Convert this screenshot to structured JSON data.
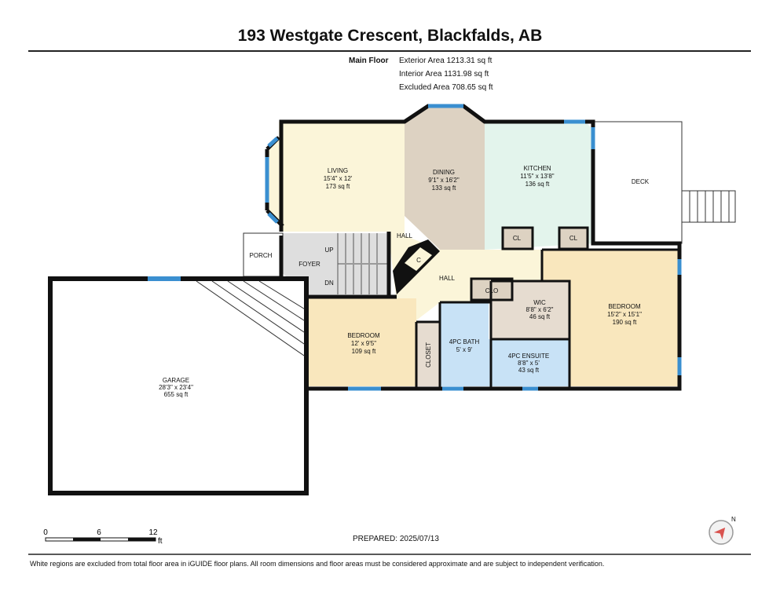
{
  "title": "193 Westgate Crescent, Blackfalds, AB",
  "floor": {
    "name": "Main Floor",
    "exterior_area": "Exterior Area 1213.31 sq ft",
    "interior_area": "Interior Area 1131.98 sq ft",
    "excluded_area": "Excluded Area 708.65 sq ft"
  },
  "rooms": {
    "living": {
      "name": "LIVING",
      "dims": "15'4\" x 12'",
      "area": "173 sq ft"
    },
    "dining": {
      "name": "DINING",
      "dims": "9'1\" x 16'2\"",
      "area": "133 sq ft"
    },
    "kitchen": {
      "name": "KITCHEN",
      "dims": "11'5\" x 13'8\"",
      "area": "136 sq ft"
    },
    "deck": {
      "name": "DECK"
    },
    "porch": {
      "name": "PORCH"
    },
    "foyer": {
      "name": "FOYER"
    },
    "hall_upper": {
      "name": "HALL"
    },
    "hall_lower": {
      "name": "HALL"
    },
    "closet_c": {
      "name": "C"
    },
    "up": {
      "name": "UP"
    },
    "dn": {
      "name": "DN"
    },
    "cl1": {
      "name": "CL"
    },
    "cl2": {
      "name": "CL"
    },
    "clo": {
      "name": "CLO"
    },
    "wic": {
      "name": "WIC",
      "dims": "8'8\" x 6'2\"",
      "area": "46 sq ft"
    },
    "bedroom_master": {
      "name": "BEDROOM",
      "dims": "15'2\" x 15'1\"",
      "area": "190 sq ft"
    },
    "bedroom_second": {
      "name": "BEDROOM",
      "dims": "12' x 9'5\"",
      "area": "109 sq ft"
    },
    "closet": {
      "name": "CLOSET"
    },
    "bath": {
      "name": "4PC BATH",
      "dims": "5' x 9'"
    },
    "ensuite": {
      "name": "4PC ENSUITE",
      "dims": "8'8\" x 5'",
      "area": "43 sq ft"
    },
    "garage": {
      "name": "GARAGE",
      "dims": "28'3\" x 23'4\"",
      "area": "655 sq ft"
    }
  },
  "scale": {
    "ticks": [
      "0",
      "6",
      "12"
    ],
    "unit": "ft"
  },
  "compass_label": "N",
  "prepared": "PREPARED: 2025/07/13",
  "disclaimer": "White regions are excluded from total floor area in iGUIDE floor plans. All room dimensions and floor areas must be considered approximate and are subject to independent verification.",
  "colors": {
    "living": "#fbf5d9",
    "dining": "#ddd2c2",
    "kitchen": "#e3f4ec",
    "foyer": "#dedede",
    "hall": "#fbf5d9",
    "bedroom": "#f9e7bd",
    "wic": "#e6dcd0",
    "bath": "#c8e2f6",
    "wall": "#111111",
    "window": "#3a8fd0"
  }
}
